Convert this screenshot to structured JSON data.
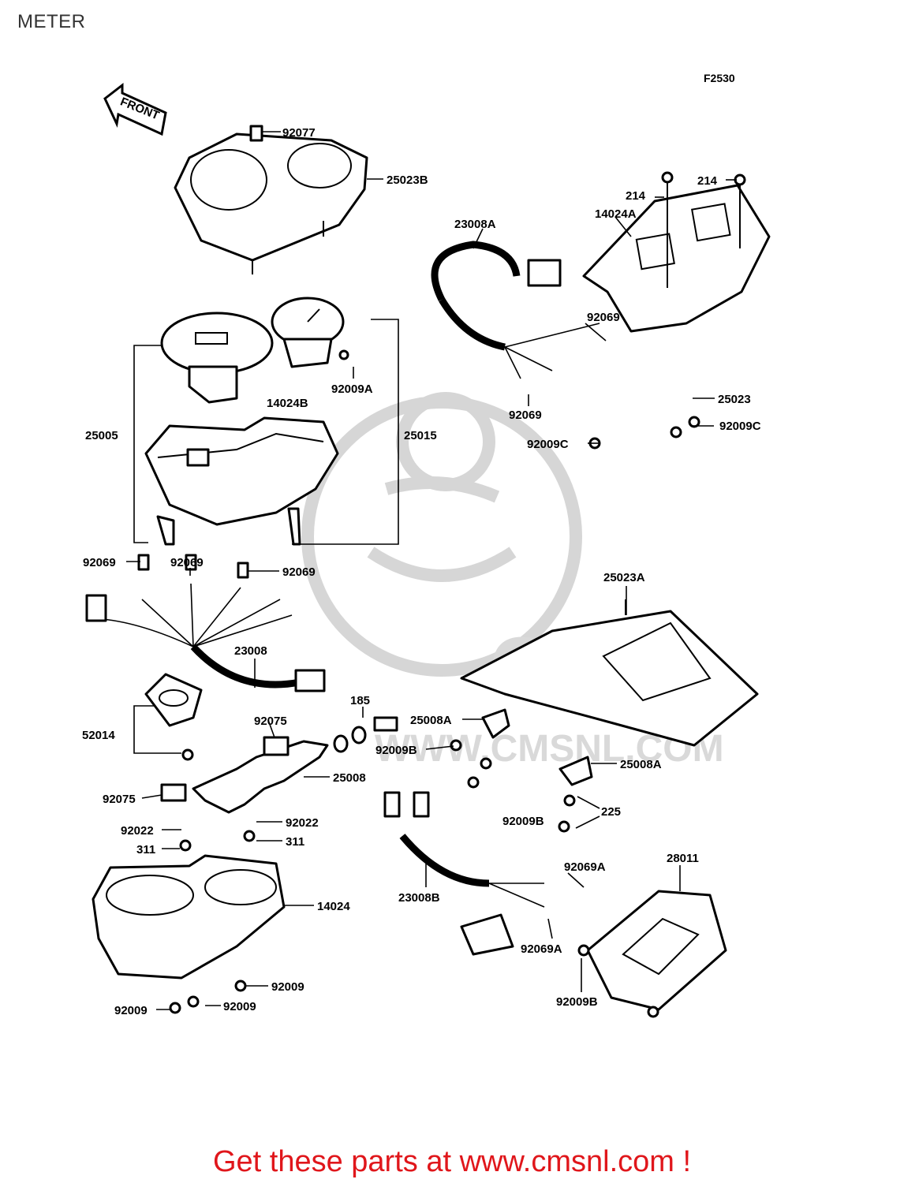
{
  "page_title": "METER",
  "figure_code": "F2530",
  "front_arrow_label": "FRONT",
  "watermark": {
    "brand": "CMS",
    "url": "WWW.CMSNL.COM"
  },
  "labels": {
    "l92077": "92077",
    "l25023B": "25023B",
    "l23008A": "23008A",
    "l14024A": "14024A",
    "l214a": "214",
    "l214b": "214",
    "l92069a": "92069",
    "l92009A": "92009A",
    "l14024B": "14024B",
    "l25005": "25005",
    "l25015": "25015",
    "l92069b": "92069",
    "l25023": "25023",
    "l92009Ca": "92009C",
    "l92009Cb": "92009C",
    "l92069c": "92069",
    "l92069d": "92069",
    "l92069e": "92069",
    "l25023A": "25023A",
    "l23008": "23008",
    "l185": "185",
    "l25008Aa": "25008A",
    "l92009Ba": "92009B",
    "l25008Ab": "25008A",
    "l52014": "52014",
    "l92075a": "92075",
    "l25008": "25008",
    "l225": "225",
    "l92009Bb": "92009B",
    "l92075b": "92075",
    "l92022a": "92022",
    "l92022b": "92022",
    "l311a": "311",
    "l311b": "311",
    "l92069Aa": "92069A",
    "l28011": "28011",
    "l23008B": "23008B",
    "l14024": "14024",
    "l92069Ab": "92069A",
    "l92009Bc": "92009B",
    "l92009a": "92009",
    "l92009b": "92009",
    "l92009c": "92009"
  },
  "footer": {
    "link_text": "Get these parts at www.cmsnl.com !",
    "color": "#e0161b"
  }
}
